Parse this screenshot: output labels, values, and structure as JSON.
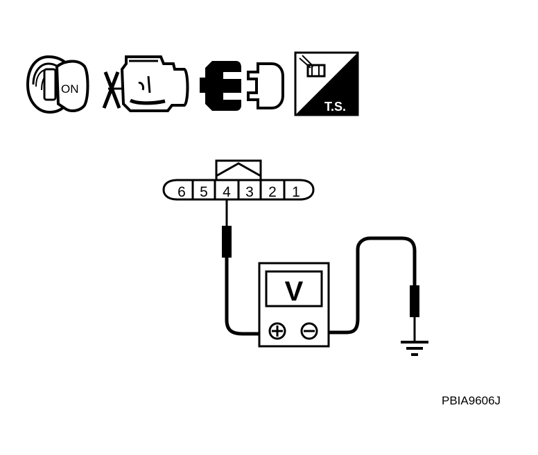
{
  "icons": {
    "ignition_label": "ON",
    "trouble_label": "T.S."
  },
  "connector": {
    "pins": [
      "6",
      "5",
      "4",
      "3",
      "2",
      "1"
    ]
  },
  "meter": {
    "symbol": "V",
    "positive_symbol": "+",
    "negative_symbol": "−"
  },
  "figure_code": "PBIA9606J"
}
